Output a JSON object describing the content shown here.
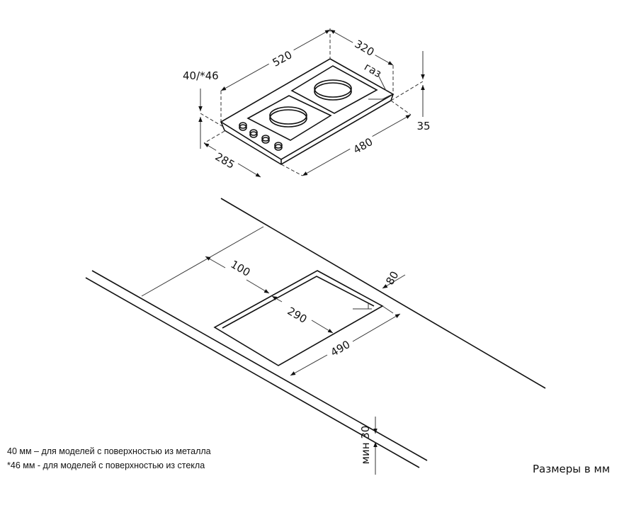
{
  "hob": {
    "width_label": "520",
    "depth_label": "320",
    "height_label": "40/*46",
    "depth_under_label": "285",
    "width_under_label": "480",
    "height_under_label": "35",
    "gas_label": "газ"
  },
  "cutout": {
    "back_offset_label": "100",
    "depth_label": "290",
    "width_label": "490",
    "side_offset_label": "80",
    "min_thickness_label": "мин 30"
  },
  "notes": [
    "40 мм – для моделей с поверхностью из металла",
    "*46 мм - для моделей с поверхностью из стекла"
  ],
  "units_label": "Размеры в мм"
}
